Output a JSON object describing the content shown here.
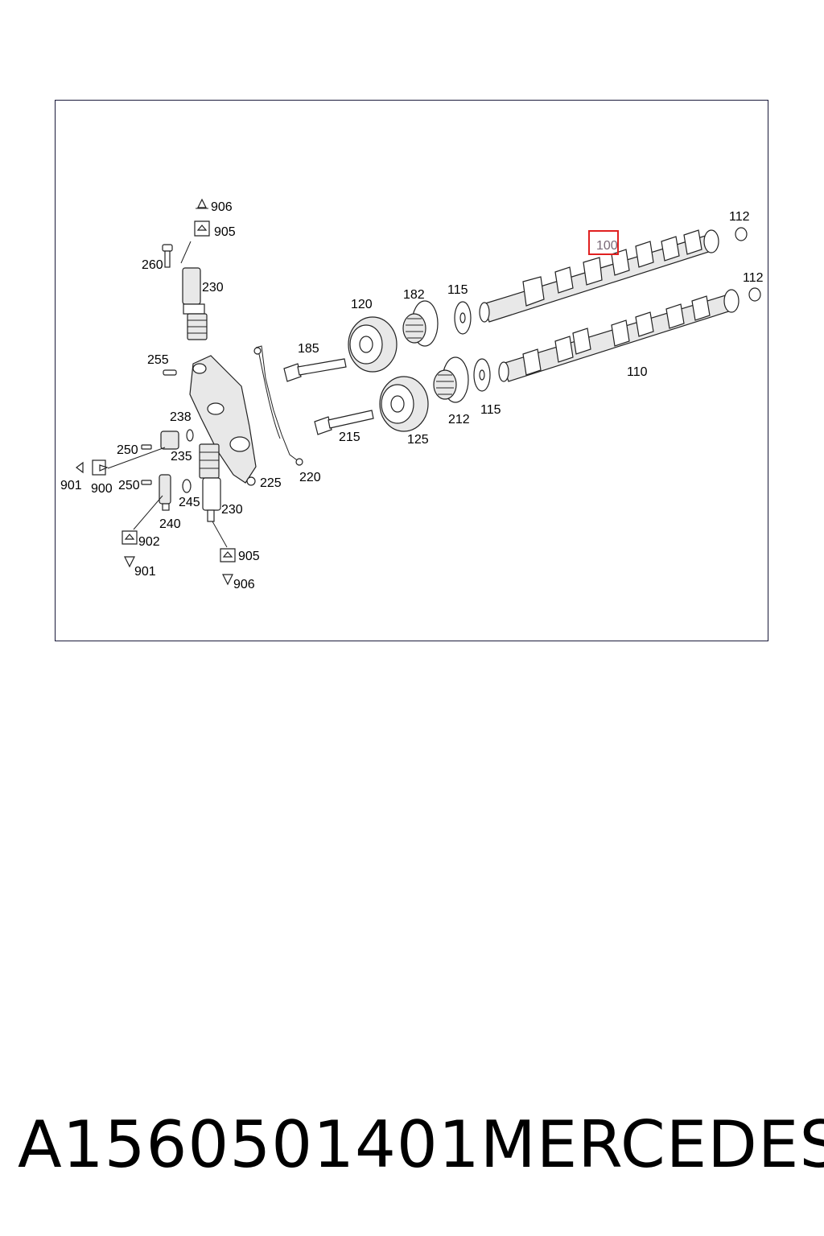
{
  "callouts": {
    "c906a": "906",
    "c905a": "905",
    "c260": "260",
    "c230a": "230",
    "c255": "255",
    "c238": "238",
    "c250a": "250",
    "c235": "235",
    "c901a": "901",
    "c900": "900",
    "c250b": "250",
    "c245": "245",
    "c240": "240",
    "c230b": "230",
    "c225": "225",
    "c902": "902",
    "c901b": "901",
    "c905b": "905",
    "c906b": "906",
    "c185": "185",
    "c220": "220",
    "c215": "215",
    "c120": "120",
    "c182": "182",
    "c115a": "115",
    "c125": "125",
    "c212": "212",
    "c115b": "115",
    "c100": "100",
    "c112a": "112",
    "c112b": "112",
    "c110": "110"
  },
  "highlight_color": "#e02020",
  "footer": {
    "part_number": "A1560501401",
    "brand": "MERCEDES"
  }
}
